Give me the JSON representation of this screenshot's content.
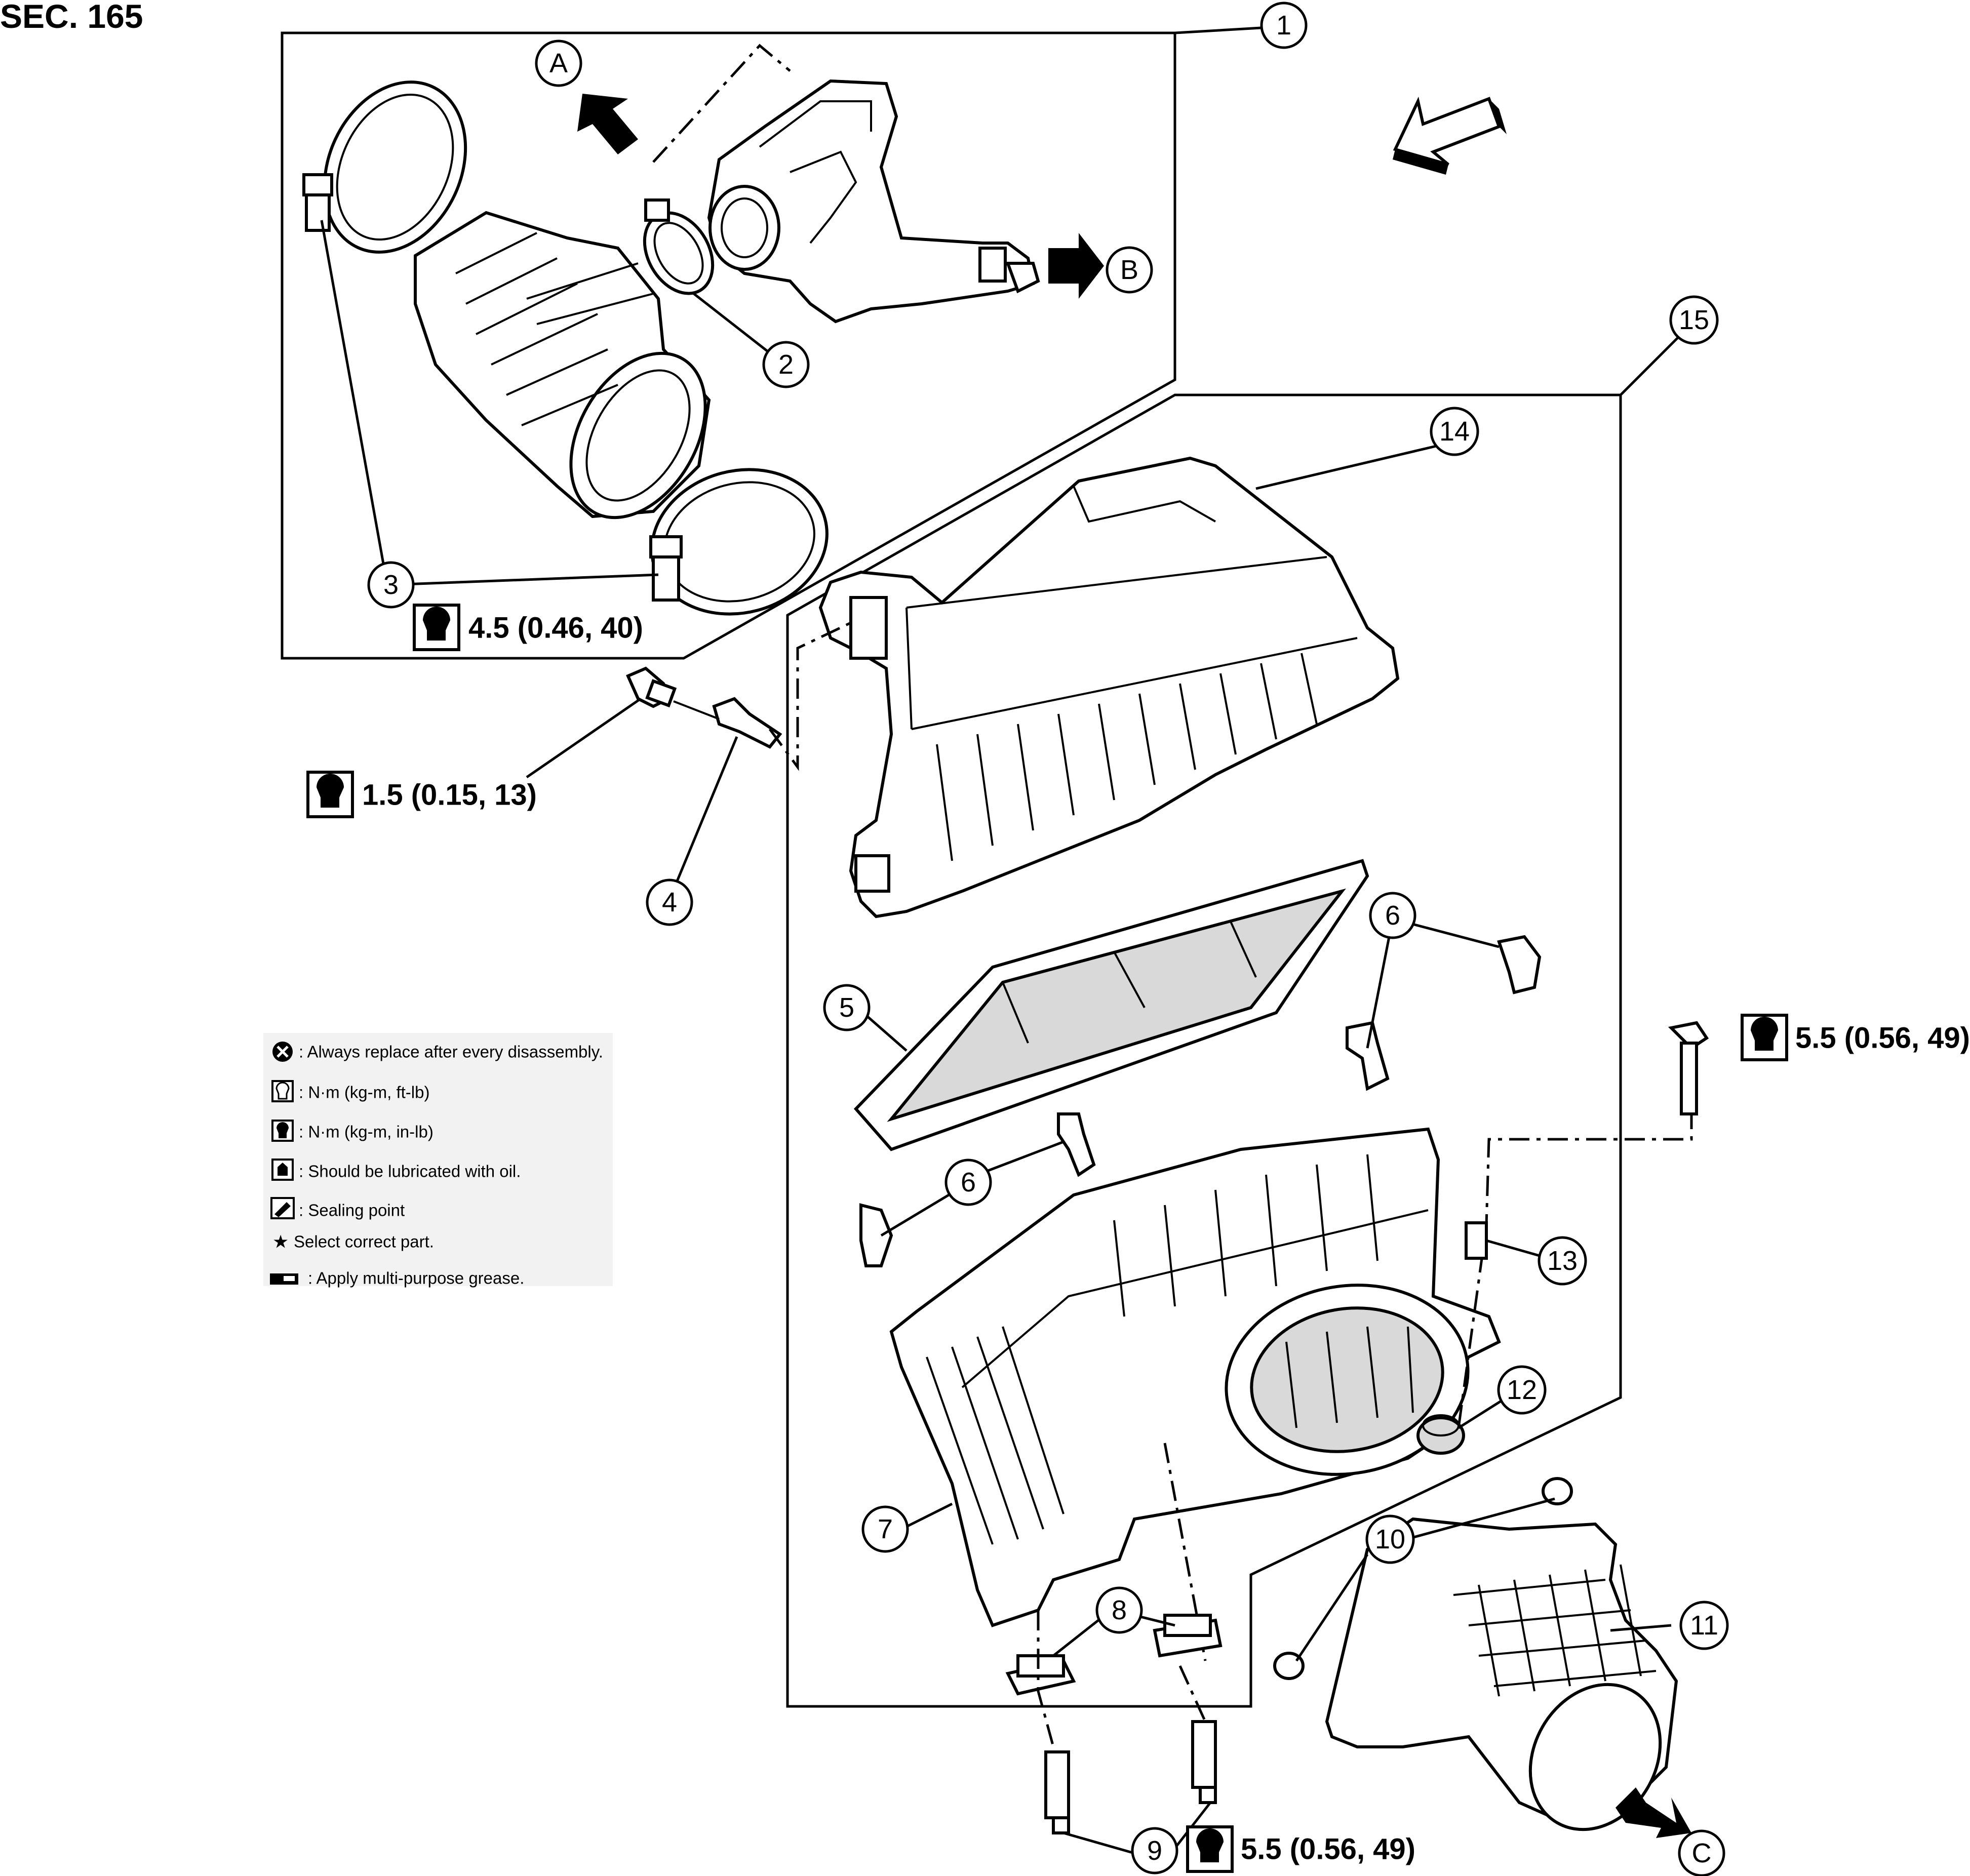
{
  "section_label": "SEC. 165",
  "callouts": [
    {
      "id": "1",
      "label": "1"
    },
    {
      "id": "2",
      "label": "2"
    },
    {
      "id": "3",
      "label": "3"
    },
    {
      "id": "4",
      "label": "4"
    },
    {
      "id": "5",
      "label": "5"
    },
    {
      "id": "6a",
      "label": "6"
    },
    {
      "id": "6b",
      "label": "6"
    },
    {
      "id": "7",
      "label": "7"
    },
    {
      "id": "8",
      "label": "8"
    },
    {
      "id": "9",
      "label": "9"
    },
    {
      "id": "10",
      "label": "10"
    },
    {
      "id": "11",
      "label": "11"
    },
    {
      "id": "12",
      "label": "12"
    },
    {
      "id": "13",
      "label": "13"
    },
    {
      "id": "14",
      "label": "14"
    },
    {
      "id": "15",
      "label": "15"
    }
  ],
  "letter_markers": [
    {
      "id": "A",
      "label": "A"
    },
    {
      "id": "B",
      "label": "B"
    },
    {
      "id": "C",
      "label": "C"
    }
  ],
  "torque_specs": [
    {
      "id": "clamp",
      "text": "4.5 (0.46, 40)"
    },
    {
      "id": "bolt4",
      "text": "1.5 (0.15, 13)"
    },
    {
      "id": "bolt13",
      "text": "5.5 (0.56, 49)"
    },
    {
      "id": "bolt9",
      "text": "5.5 (0.56, 49)"
    }
  ],
  "legend": [
    {
      "icon": "replace-icon",
      "text": ": Always replace after every disassembly."
    },
    {
      "icon": "torque-ft-lb-icon",
      "text": ": N·m (kg-m, ft-lb)"
    },
    {
      "icon": "torque-in-lb-icon",
      "text": ": N·m (kg-m, in-lb)"
    },
    {
      "icon": "oil-can-icon",
      "text": ": Should be lubricated with oil."
    },
    {
      "icon": "sealing-point-icon",
      "text": ": Sealing point"
    },
    {
      "icon": "star-icon",
      "text": "Select correct part."
    },
    {
      "icon": "grease-icon",
      "text": ": Apply multi-purpose grease."
    }
  ]
}
